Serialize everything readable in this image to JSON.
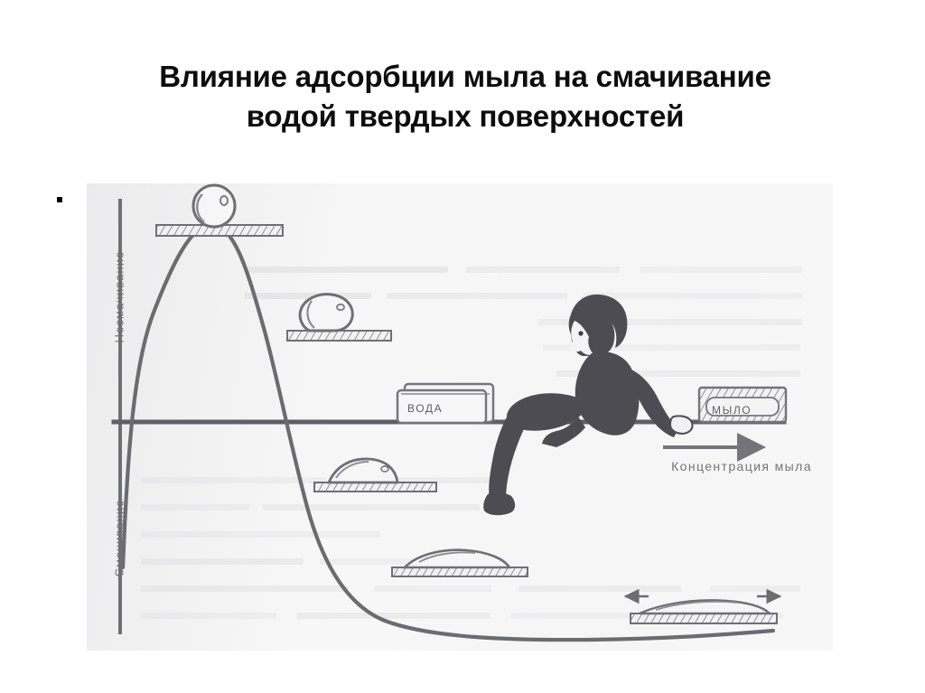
{
  "slide": {
    "title_line1": "Влияние адсорбции мыла на смачивание",
    "title_line2": "водой твердых поверхностей",
    "bullet_glyph": "",
    "background_color": "#ffffff",
    "ink_color": "#6b6b72",
    "figure_paper_color": "#f7f7f7"
  },
  "figure": {
    "y_axis_label_top": "Несмачивание",
    "y_axis_label_bottom": "Смачивание",
    "x_axis_label": "Концентрация мыла",
    "water_box_label": "ВОДА",
    "soap_box_label": "МЫЛО",
    "caption_person": "cartoon-man-sitting-on-axis"
  },
  "chart_data": {
    "type": "line",
    "title": "Влияние адсорбции мыла на смачивание водой твердых поверхностей",
    "xlabel": "Концентрация мыла",
    "ylabel_positive": "Несмачивание",
    "ylabel_negative": "Смачивание",
    "grid": false,
    "legend": "none",
    "axis_origin_note": "y=0 is the horizontal baseline; above = non-wetting, below = wetting",
    "x": [
      0,
      0.05,
      0.12,
      0.2,
      0.28,
      0.34,
      0.4,
      0.47,
      0.55,
      0.65,
      0.78,
      0.9,
      1.0
    ],
    "y": [
      -0.45,
      0.55,
      0.95,
      0.92,
      0.6,
      0.2,
      -0.25,
      -0.6,
      -0.82,
      -0.92,
      -0.97,
      -1.0,
      -1.0
    ],
    "xlim": [
      0,
      1
    ],
    "ylim": [
      -1.05,
      1.05
    ],
    "annotations": [
      {
        "label": "droplet-spherical-non-wetting",
        "x": 0.18,
        "y": 0.95,
        "contact_angle_deg": 170
      },
      {
        "label": "droplet-slightly-flattened",
        "x": 0.39,
        "y": 0.42,
        "contact_angle_deg": 120
      },
      {
        "label": "droplet-dome-wetting",
        "x": 0.47,
        "y": -0.26,
        "contact_angle_deg": 60
      },
      {
        "label": "droplet-flat-wetting",
        "x": 0.62,
        "y": -0.62,
        "contact_angle_deg": 30
      },
      {
        "label": "droplet-fully-spread",
        "x": 0.86,
        "y": -0.95,
        "contact_angle_deg": 10
      }
    ]
  }
}
